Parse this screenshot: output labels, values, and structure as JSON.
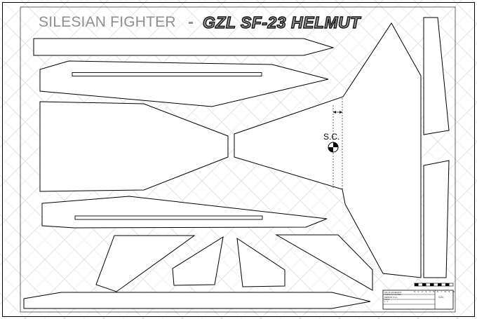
{
  "title": {
    "model_label": "SILESIAN FIGHTER",
    "separator": "-",
    "model_name": "GZL SF-23 HELMUT"
  },
  "cg_label": "S.C.",
  "scale_bar": [
    "0",
    "1",
    "2",
    "3",
    "4",
    "5",
    "6",
    "7",
    "8",
    "9",
    "10"
  ],
  "title_block": {
    "lines": [
      "GZL SF-23 HELMUT",
      "SILESIAN FIGHTER",
      "DEPRON 3 mm",
      "PLAN",
      "1 : 1"
    ],
    "logo": "GZL"
  },
  "colors": {
    "background": "#ffffff",
    "pattern": "#e4e4e4",
    "outline": "#000000",
    "title_grey": "#8e8e8e"
  }
}
